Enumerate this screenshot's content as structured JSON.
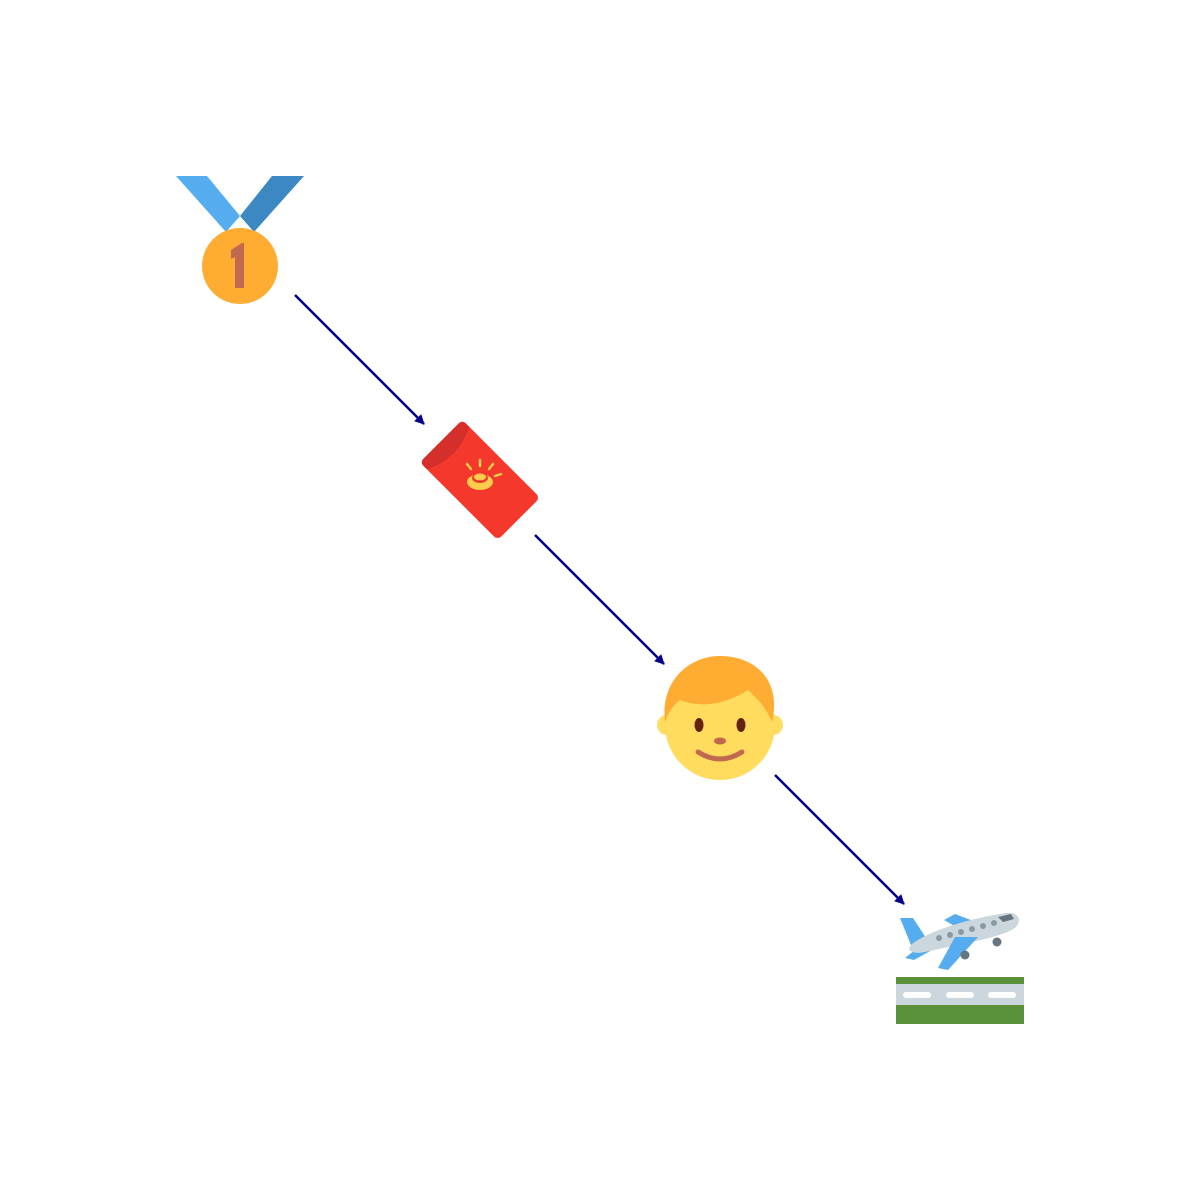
{
  "diagram": {
    "type": "emoji-flow",
    "background": "#ffffff",
    "arrow_color": "#00008b",
    "nodes": [
      {
        "id": "n1",
        "icon": "first-place-medal-icon"
      },
      {
        "id": "n2",
        "icon": "red-envelope-icon"
      },
      {
        "id": "n3",
        "icon": "boy-face-icon"
      },
      {
        "id": "n4",
        "icon": "airplane-departure-icon"
      }
    ],
    "edges": [
      {
        "from": "n1",
        "to": "n2"
      },
      {
        "from": "n2",
        "to": "n3"
      },
      {
        "from": "n3",
        "to": "n4"
      }
    ],
    "colors": {
      "ribbon_light": "#55acee",
      "ribbon_dark": "#3b88c3",
      "medal": "#ffac33",
      "medal_number": "#c1694f",
      "envelope": "#f4392c",
      "envelope_flap": "#d42f2a",
      "gold": "#ffcc4d",
      "hair": "#ffac33",
      "face": "#ffdc5d",
      "features": "#662113",
      "mouth": "#c1694f",
      "plane_body": "#ccd6dd",
      "plane_wing": "#55acee",
      "plane_window": "#8899a6",
      "runway": "#ccd6dd",
      "grass": "#5c913b"
    }
  }
}
